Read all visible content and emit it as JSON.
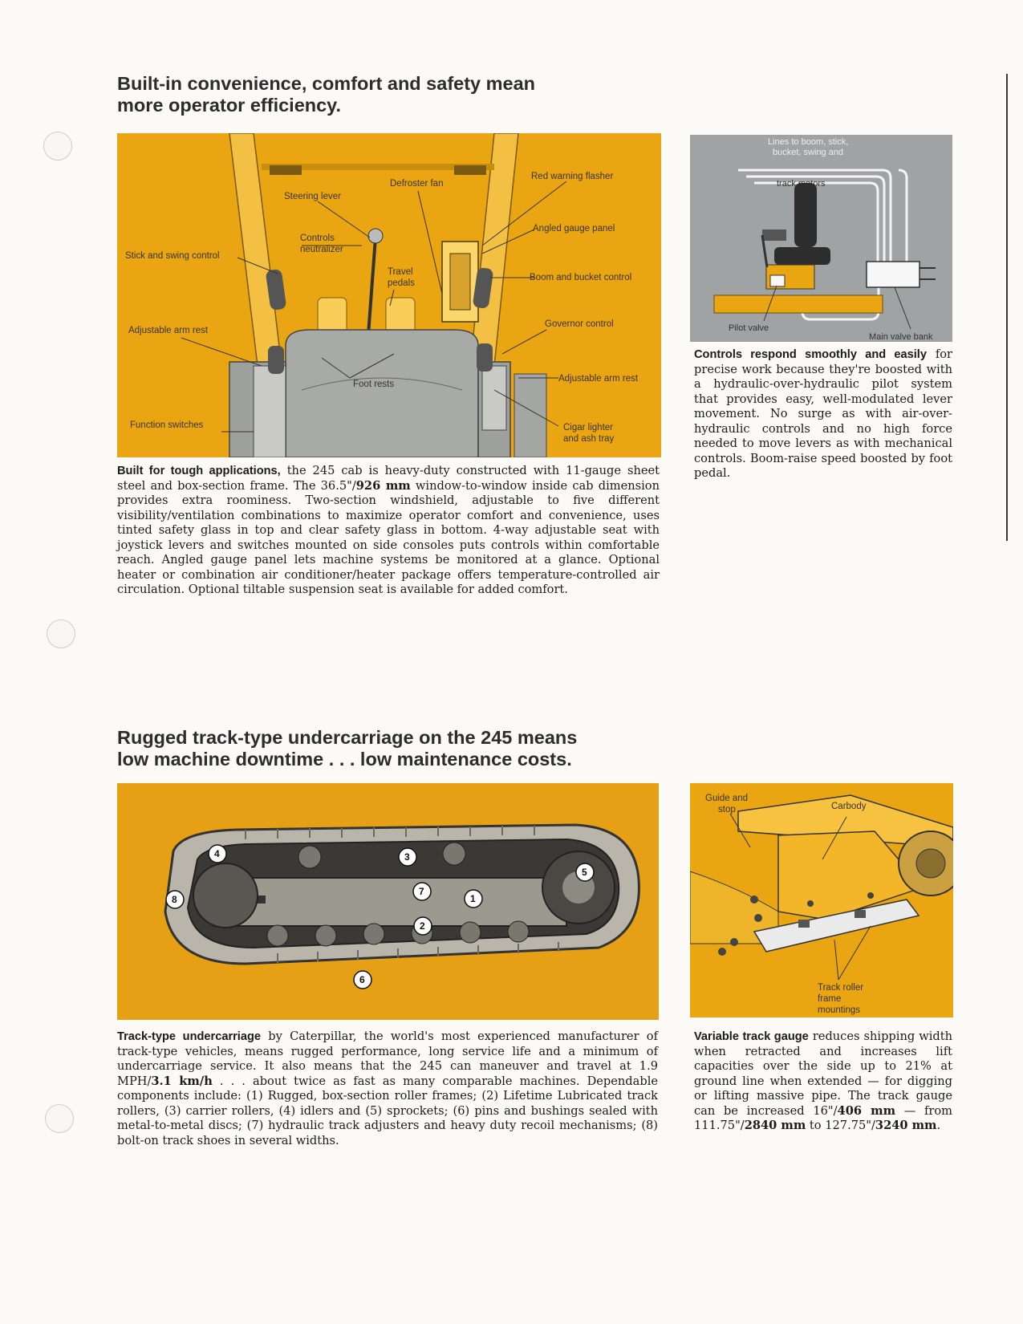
{
  "heading1": {
    "line1": "Built-in convenience, comfort and safety mean",
    "line2": "more operator efficiency."
  },
  "cab_figure": {
    "labels": {
      "steering_lever": "Steering lever",
      "defroster_fan": "Defroster fan",
      "red_warning_flasher": "Red warning flasher",
      "angled_gauge_panel": "Angled gauge panel",
      "stick_swing_control": "Stick and swing control",
      "controls_neutralizer_1": "Controls",
      "controls_neutralizer_2": "neutralizer",
      "travel_pedals_1": "Travel",
      "travel_pedals_2": "pedals",
      "boom_bucket_control": "Boom and bucket control",
      "adjustable_arm_rest_left": "Adjustable arm rest",
      "governor_control": "Governor control",
      "foot_rests": "Foot rests",
      "adjustable_arm_rest_right": "Adjustable arm rest",
      "function_switches": "Function switches",
      "cigar_lighter_1": "Cigar lighter",
      "cigar_lighter_2": "and ash tray"
    }
  },
  "cab_text": {
    "lead": "Built for tough applications,",
    "p1": " the 245 cab is heavy-duty constructed with 11-gauge sheet steel and box-section frame. The 36.5\"/",
    "b1": "926 mm",
    "p2": " window-to-window inside cab dimension provides extra roominess. Two-section windshield, adjustable to five different visibility/ventilation combinations to maximize operator comfort and convenience, uses tinted safety glass in top and clear safety glass in bottom. 4-way adjustable seat with joystick levers and switches mounted on side consoles puts controls within comfortable reach. Angled gauge panel lets machine systems be monitored at a glance. Optional heater or combination air conditioner/heater package offers temperature-controlled air circulation. Optional tiltable suspension seat is available for added comfort."
  },
  "controls_figure": {
    "labels": {
      "lines_1": "Lines to boom, stick,",
      "lines_2": "bucket, swing and",
      "lines_3": "track motors",
      "pilot_valve": "Pilot valve",
      "main_valve_bank": "Main valve bank"
    }
  },
  "controls_text": {
    "lead": "Controls respond smoothly and easily",
    "body": " for precise work because they're boosted with a hydraulic-over-hydraulic pilot system that provides easy, well-modulated lever movement. No surge as with air-over-hydraulic controls and no high force needed to move levers as with mechanical controls. Boom-raise speed boosted by foot pedal."
  },
  "heading2": {
    "line1": "Rugged track-type undercarriage on the 245 means",
    "line2": "low machine downtime . . . low maintenance costs."
  },
  "track_figure": {
    "numbers": [
      "1",
      "2",
      "3",
      "4",
      "5",
      "6",
      "7",
      "8"
    ]
  },
  "track_text": {
    "lead": "Track-type undercarriage",
    "p1": " by Caterpillar, the world's most experienced manufacturer of track-type vehicles, means rugged performance, long service life and a minimum of undercarriage service. It also means that the 245 can maneuver and travel at 1.9 MPH/",
    "b1": "3.1 km/h",
    "p2": " . . . about twice as fast as many comparable machines. Dependable components include: (1) Rugged, box-section roller frames; (2) Lifetime Lubricated track rollers, (3) carrier rollers, (4) idlers and (5) sprockets; (6) pins and bushings sealed with metal-to-metal discs; (7) hydraulic track adjusters and heavy duty recoil mechanisms; (8) bolt-on track shoes in several widths."
  },
  "gauge_figure": {
    "labels": {
      "guide_stop_1": "Guide and",
      "guide_stop_2": "stop",
      "carbody": "Carbody",
      "track_roller_1": "Track roller",
      "track_roller_2": "frame",
      "track_roller_3": "mountings"
    }
  },
  "gauge_text": {
    "lead": "Variable track gauge",
    "p1": " reduces shipping width when retracted and increases lift capacities over the side up to 21% at ground line when extended — for digging or lifting massive pipe. The track gauge can be increased 16\"/",
    "b1": "406 mm",
    "p2": " — from 111.75\"/",
    "b2": "2840 mm",
    "p3": " to 127.75\"/",
    "b3": "3240 mm",
    "p4": "."
  },
  "colors": {
    "accent": "#e9a512",
    "grey_panel": "#9fa3a4",
    "heading": "#2c2c2c"
  }
}
